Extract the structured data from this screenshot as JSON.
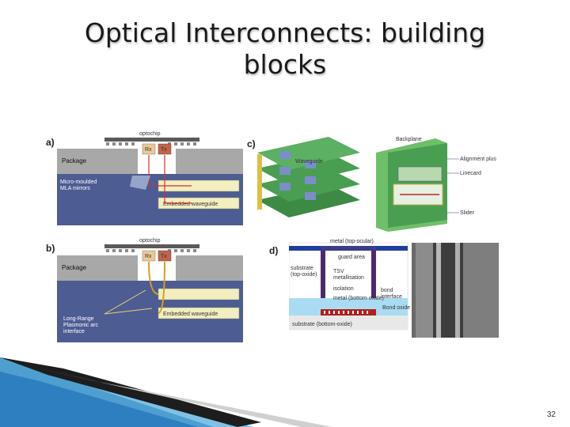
{
  "slide": {
    "title_line1": "Optical Interconnects: building",
    "title_line2": "blocks",
    "slide_number": "32"
  },
  "panel_a": {
    "tag": "a)",
    "optochip": "optochip",
    "rx": "Rx",
    "tx": "Tx",
    "package": "Package",
    "mirrors": "Micro-moulded MLA mirrors",
    "waveguide": "Embedded waveguide"
  },
  "panel_b": {
    "tag": "b)",
    "optochip": "optochip",
    "rx": "Rx",
    "tx": "Tx",
    "package": "Package",
    "plasmonic": "Long-Range Plasmonic arc interface",
    "waveguide": "Embedded waveguide"
  },
  "panel_c": {
    "tag": "c)",
    "backplane": "Backplane",
    "alignment": "Alignment plus",
    "linecard": "Linecard",
    "slider": "Slider",
    "label_left": "Waveguide"
  },
  "panel_d": {
    "tag": "d)",
    "metal_top": "metal (top-ocular)",
    "guard_area": "guard area",
    "substrate_top": "substrate (top-oxide)",
    "tsv_metal": "TSV metallisation",
    "isolation": "isolation",
    "metal_bottom": "metal (bottom oxide)",
    "bond_interface": "bond interface",
    "bond_oxide": "Bond oxide",
    "substrate_bottom": "substrate (bottom-oxide)"
  },
  "colors": {
    "package": "#a8a8a8",
    "substrate": "#4d5c92",
    "waveguide": "#f2eec0",
    "chip": "#5a5a5a",
    "rx": "#e9c89a",
    "tx": "#c0644a",
    "board": "#4a9e52",
    "board_pad": "#7a8ec9",
    "tsv_dark": "#4b2a6e",
    "tsv_blue": "#1f3f9c",
    "bond": "#a9dcf2"
  }
}
